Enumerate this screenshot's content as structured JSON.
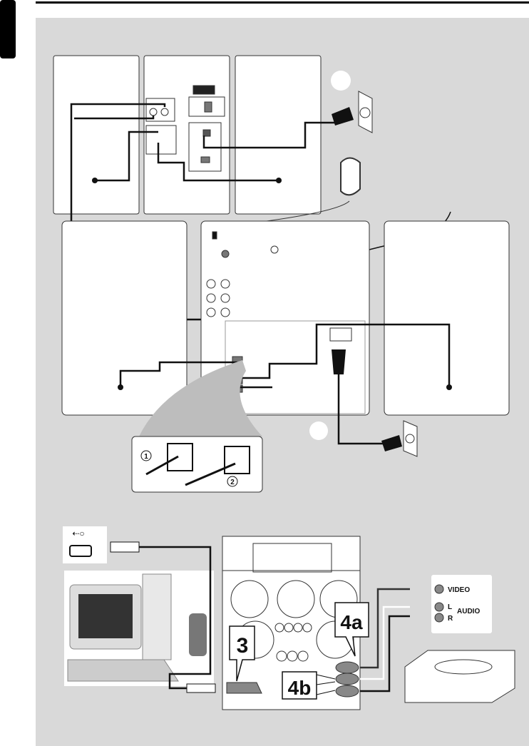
{
  "colors": {
    "panel": "#d9d9d9",
    "ink": "#111111",
    "device_fill": "#ffffff",
    "jack_gray": "#8a8a8a"
  },
  "callouts": {
    "usb_step": "3",
    "video_step": "4a",
    "audio_step": "4b"
  },
  "tv_panel": {
    "video": "VIDEO",
    "left": "L",
    "audio": "AUDIO",
    "right": "R"
  },
  "inset": {
    "step1": "1",
    "step2": "2"
  }
}
